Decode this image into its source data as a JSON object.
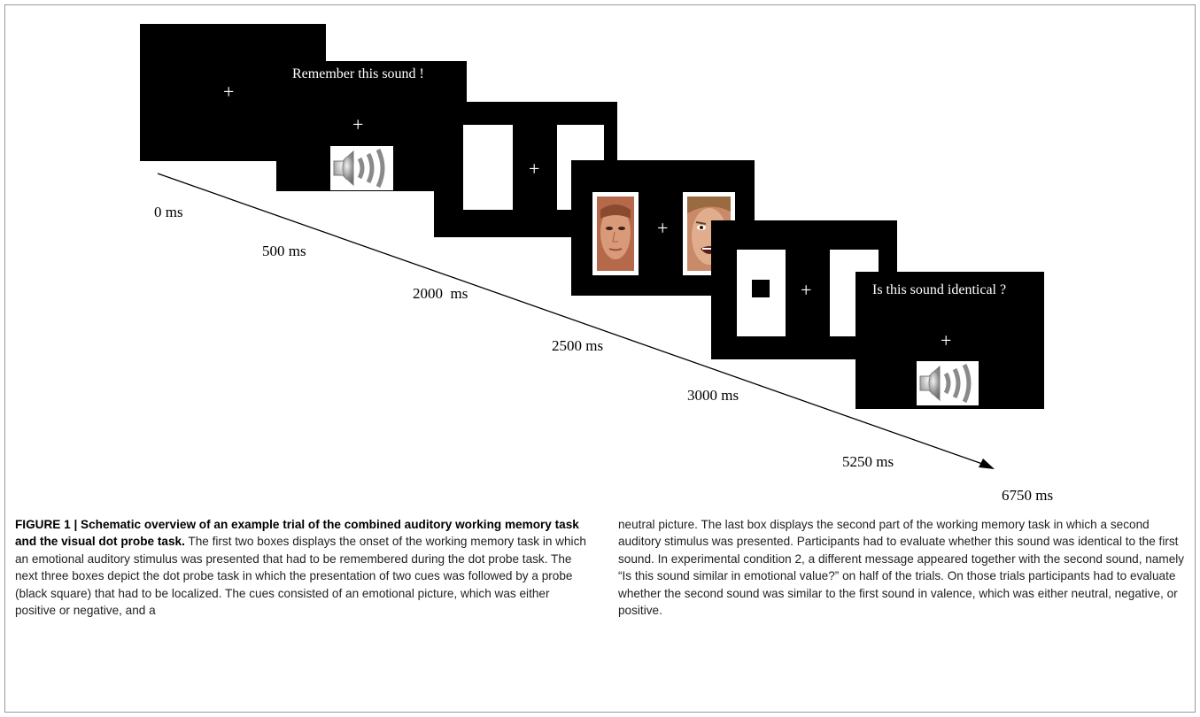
{
  "figure": {
    "screens": {
      "s1_fixation": "+",
      "s2_instruction": "Remember this sound !",
      "s2_fixation": "+",
      "s2_stimulus": "speaker-icon",
      "s3_fixation": "+",
      "s4_fixation": "+",
      "s4_left_face": "neutral-face",
      "s4_right_face": "emotional-face",
      "s5_fixation": "+",
      "s5_probe": "black-square",
      "s6_instruction": "Is this sound identical ?",
      "s6_fixation": "+",
      "s6_stimulus": "speaker-icon"
    },
    "timeline": [
      "0 ms",
      "500 ms",
      "2000  ms",
      "2500 ms",
      "3000 ms",
      "5250 ms",
      "6750 ms"
    ]
  },
  "caption": {
    "label": "FIGURE 1 | Schematic overview of an example trial of the combined auditory working memory task and the visual dot probe task.",
    "col1_text": "The first two boxes displays the onset of the working memory task in which an emotional auditory stimulus was presented that had to be remembered during the dot probe task. The next three boxes depict the dot probe task in which the presentation of two cues was followed by a probe (black square) that had to be localized. The cues consisted of an emotional picture, which was either positive or negative, and a",
    "col2_text": "neutral picture. The last box displays the second part of the working memory task in which a second auditory stimulus was presented. Participants had to evaluate whether this sound was identical to the first sound. In experimental condition 2, a different message appeared together with the second sound, namely “Is this sound similar in emotional value?” on half of the trials. On those trials participants had to evaluate whether the second sound was similar to the first sound in valence, which was either neutral, negative, or positive."
  }
}
